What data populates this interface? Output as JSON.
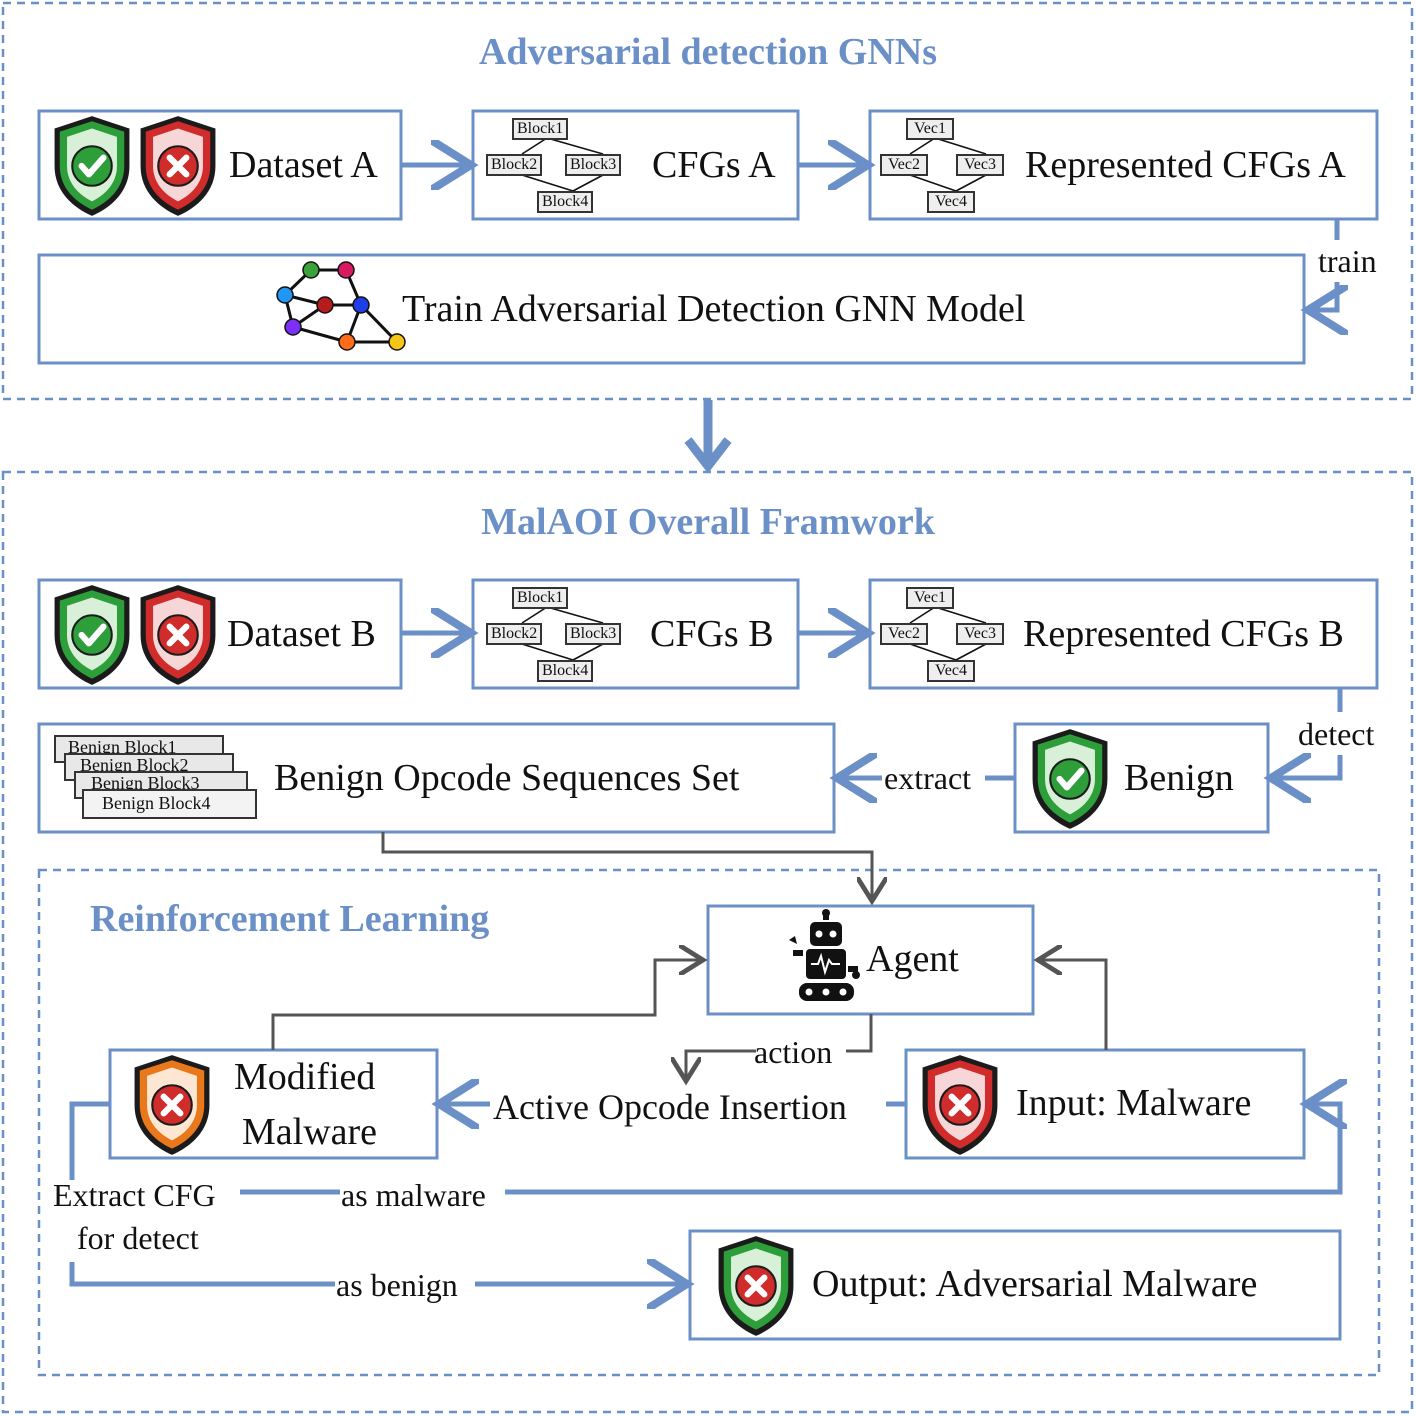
{
  "top": {
    "title": "Adversarial detection GNNs",
    "dataset": "Dataset A",
    "cfgs": "CFGs A",
    "represented": "Represented CFGs A",
    "train_label": "train",
    "train_model": "Train Adversarial Detection GNN Model"
  },
  "middle": {
    "title": "MalAOI Overall Framwork",
    "dataset": "Dataset B",
    "cfgs": "CFGs B",
    "represented": "Represented CFGs B",
    "detect_label": "detect",
    "benign": "Benign",
    "extract_label": "extract",
    "opcode_set": "Benign Opcode Sequences Set",
    "benign_blocks": [
      "Benign Block1",
      "Benign Block2",
      "Benign Block3",
      "Benign Block4"
    ]
  },
  "cfg_blocks": [
    "Block1",
    "Block2",
    "Block3",
    "Block4"
  ],
  "vec_blocks": [
    "Vec1",
    "Vec2",
    "Vec3",
    "Vec4"
  ],
  "rl": {
    "title": "Reinforcement Learning",
    "agent": "Agent",
    "action_label": "action",
    "modified_line1": "Modified",
    "modified_line2": "Malware",
    "insertion": "Active Opcode Insertion",
    "input": "Input: Malware",
    "extract_line1": "Extract CFG",
    "extract_line2": "for detect",
    "as_malware": "as malware",
    "as_benign": "as benign",
    "output": "Output: Adversarial Malware"
  },
  "colors": {
    "accent": "#6b8fc7",
    "box_border": "#6b8fc7",
    "arrow_blue": "#6b8fc7",
    "arrow_gray": "#555555",
    "shield_green": "#2e9e3a",
    "shield_red": "#d12c2c",
    "shield_orange": "#e8781a"
  }
}
